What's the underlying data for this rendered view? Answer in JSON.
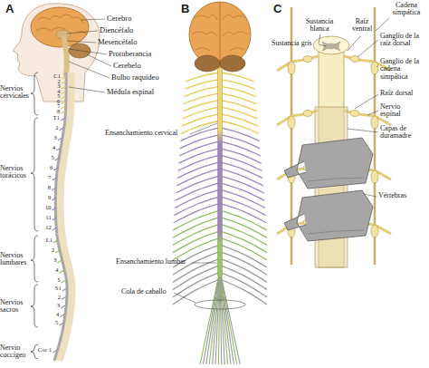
{
  "diagram": {
    "labels": [
      "A",
      "B",
      "C",
      "Cerebro",
      "Diencéfalo",
      "Mesencéfalo",
      "Protuberancia",
      "Cerebelo",
      "Bulbo raquídeo",
      "Médula espinal",
      "Ensanchamiento cervical",
      "Ensanchamiento lumbar",
      "Cola de caballo",
      "Nervios cervicales",
      "Nervios torácicos",
      "Nervios lumbares",
      "Nervios sacros",
      "Nervio coccígeo",
      "C1",
      "2",
      "3",
      "4",
      "5",
      "6",
      "7",
      "8",
      "T1",
      "2",
      "3",
      "4",
      "5",
      "6",
      "7",
      "8",
      "9",
      "10",
      "11",
      "12",
      "L1",
      "2",
      "3",
      "4",
      "5",
      "S1",
      "2",
      "3",
      "4",
      "5",
      "Coc 1",
      "Sustancia blanca",
      "Sustancia gris",
      "Cadena simpática",
      "Raíz ventral",
      "Ganglio de la raíz dorsal",
      "Ganglio de la cadena simpática",
      "Raíz dorsal",
      "Nervio espinal",
      "Capas de duramadre",
      "Vértebras"
    ]
  }
}
